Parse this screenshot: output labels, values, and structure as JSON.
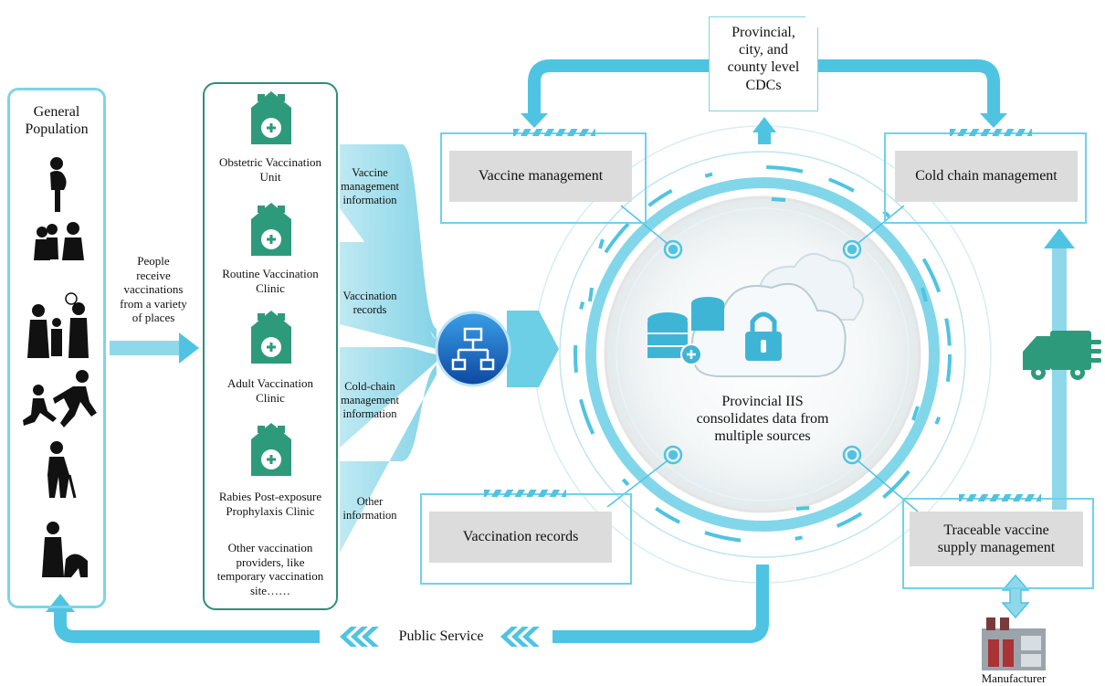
{
  "population": {
    "title_line1": "General",
    "title_line2": "Population"
  },
  "arrow_text": {
    "line1": "People",
    "line2": "receive",
    "line3": "vaccinations",
    "line4": "from a variety",
    "line5": "of places"
  },
  "facilities": [
    {
      "line1": "Obstetric Vaccination",
      "line2": "Unit"
    },
    {
      "line1": "Routine Vaccination",
      "line2": "Clinic"
    },
    {
      "line1": "Adult Vaccination",
      "line2": "Clinic"
    },
    {
      "line1": "Rabies Post-exposure",
      "line2": "Prophylaxis Clinic"
    }
  ],
  "other_providers": {
    "line1": "Other vaccination",
    "line2": "providers, like",
    "line3": "temporary vaccination",
    "line4": "site……"
  },
  "flows": [
    {
      "line1": "Vaccine",
      "line2": "management",
      "line3": "information"
    },
    {
      "line1": "Vaccination",
      "line2": "records"
    },
    {
      "line1": "Cold-chain",
      "line2": "management",
      "line3": "information"
    },
    {
      "line1": "Other",
      "line2": "information"
    }
  ],
  "cdc": {
    "line1": "Provincial,",
    "line2": "city, and",
    "line3": "county level",
    "line4": "CDCs"
  },
  "modules": {
    "vaccine_management": "Vaccine management",
    "cold_chain": "Cold chain management",
    "vaccination_records": "Vaccination records",
    "traceable_line1": "Traceable vaccine",
    "traceable_line2": "supply management"
  },
  "center": {
    "line1": "Provincial IIS",
    "line2": "consolidates data from",
    "line3": "multiple sources"
  },
  "public_service": "Public Service",
  "manufacturer": "Manufacturer",
  "colors": {
    "cyan": "#4fc4e2",
    "teal": "#2f8f78",
    "green_icon": "#2e9a7c",
    "hub_blue": "#1565c0",
    "gray_box": "#dcdcdc"
  },
  "icons": {
    "people": [
      "pregnant-woman-icon",
      "family-with-baby-icon",
      "family-with-child-icon",
      "running-people-icon",
      "elderly-person-icon",
      "person-with-dog-icon"
    ],
    "facility": "clinic-house-icon",
    "hub": "network-hub-icon",
    "cloud": "cloud-lock-icon",
    "database": "database-icon",
    "truck": "delivery-truck-icon",
    "factory": "factory-icon"
  }
}
